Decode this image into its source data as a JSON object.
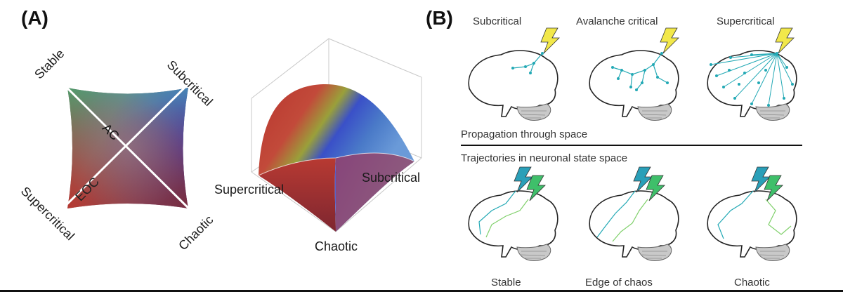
{
  "panel_a": {
    "label": "(A)",
    "square": {
      "corner_top_left": "Stable",
      "corner_top_right": "Subcritical",
      "corner_bottom_left": "Supercritical",
      "corner_bottom_right": "Chaotic",
      "center_upper": "AC",
      "center_lower": "EOC"
    },
    "surface": {
      "left": "Supercritical",
      "right": "Subcritical",
      "bottom": "Chaotic"
    }
  },
  "panel_b": {
    "label": "(B)",
    "top_titles": [
      "Subcritical",
      "Avalanche critical",
      "Supercritical"
    ],
    "middle_upper": "Propagation through space",
    "middle_lower": "Trajectories in neuronal state space",
    "bottom_titles": [
      "Stable",
      "Edge of chaos",
      "Chaotic"
    ]
  },
  "colors": {
    "green": "#3fbf6a",
    "red": "#b2343a",
    "blue": "#3a54c8",
    "teal": "#23a9b5",
    "lightning": "#f2e84a"
  }
}
